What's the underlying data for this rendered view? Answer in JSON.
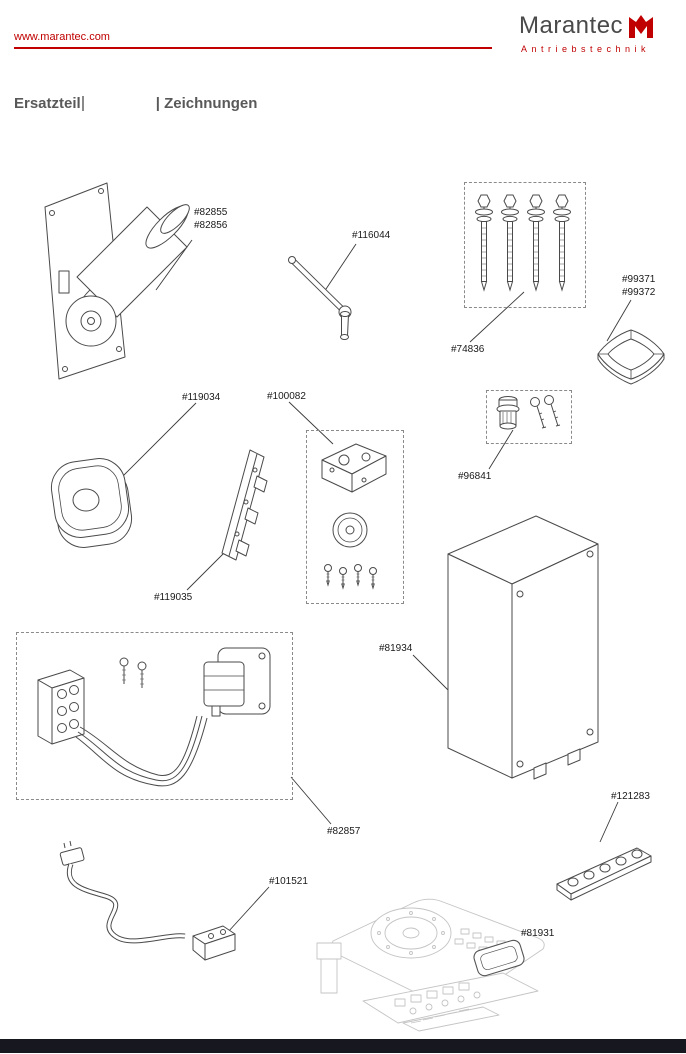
{
  "header": {
    "url": "www.marantec.com",
    "brand": "Marantec",
    "tagline": "Antriebstechnik"
  },
  "title": {
    "prefix": "Ersatzteil",
    "suffix": "| Zeichnungen"
  },
  "colors": {
    "accent": "#c00000",
    "footer_bar": "#17171f"
  },
  "parts": [
    {
      "label": "#82855\n#82856"
    },
    {
      "label": "#116044"
    },
    {
      "label": "#74836"
    },
    {
      "label": "#99371\n#99372"
    },
    {
      "label": "#119034"
    },
    {
      "label": "#100082"
    },
    {
      "label": "#119035"
    },
    {
      "label": "#96841"
    },
    {
      "label": "#81934"
    },
    {
      "label": "#82857"
    },
    {
      "label": "#101521"
    },
    {
      "label": "#121283"
    },
    {
      "label": "#81931"
    }
  ]
}
